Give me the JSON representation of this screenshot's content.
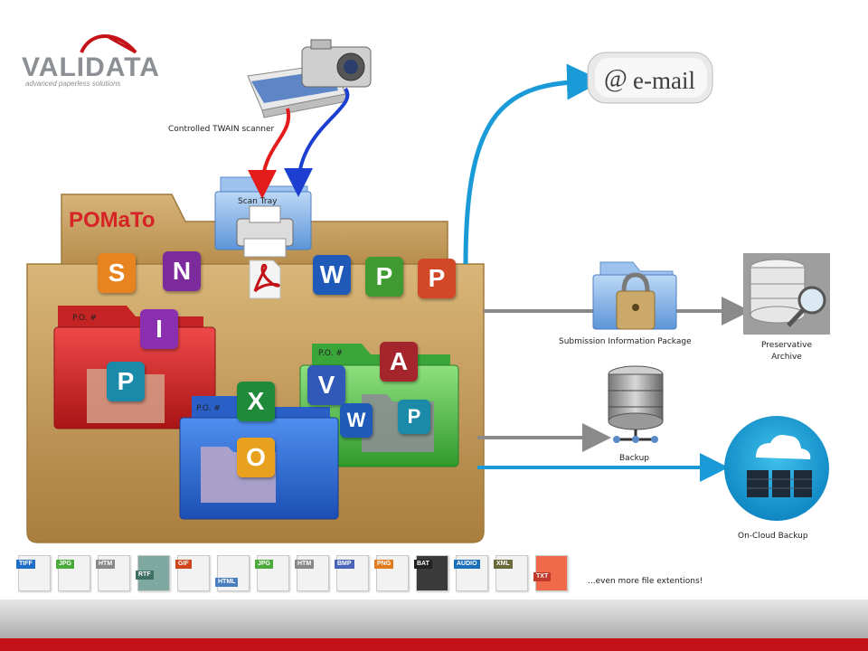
{
  "logo": {
    "name": "VALIDATA",
    "tagline": "advanced paperless solutions"
  },
  "title": "POMaTo",
  "labels": {
    "scanner": "Controlled TWAIN scanner",
    "scan_tray": "Scan Tray",
    "sip": "Submission Information Package",
    "preservative_archive_line1": "Preservative",
    "preservative_archive_line2": "Archive",
    "backup": "Backup",
    "cloud_backup": "On-Cloud Backup",
    "more_extensions": "...even more file extentions!",
    "email": "e-mail",
    "email_at": "@"
  },
  "po_folders": [
    {
      "label": "P.O. #",
      "color": "#e02b2b"
    },
    {
      "label": "P.O. #",
      "color": "#58c34a"
    },
    {
      "label": "P.O. #",
      "color": "#2f6fdc"
    }
  ],
  "apps": {
    "sharepoint": "S",
    "onenote": "N",
    "infopath": "I",
    "publisher": "P",
    "word": "W",
    "project": "P",
    "powerpoint": "P",
    "visio": "V",
    "access": "A",
    "excel": "X",
    "outlook": "O"
  },
  "file_types": [
    "TIFF",
    "JPG",
    "HTM",
    "RTF",
    "GIF",
    "HTML",
    "JPG",
    "HTM",
    "BMP",
    "PNG",
    "BAT",
    "AUDIO",
    "XML",
    "TXT"
  ],
  "colors": {
    "folder_tan": "#c9a15f",
    "accent_red": "#c41218",
    "arrow_blue": "#1a9ad6",
    "arrow_grey": "#8a8a8a",
    "title_red": "#d62326"
  }
}
